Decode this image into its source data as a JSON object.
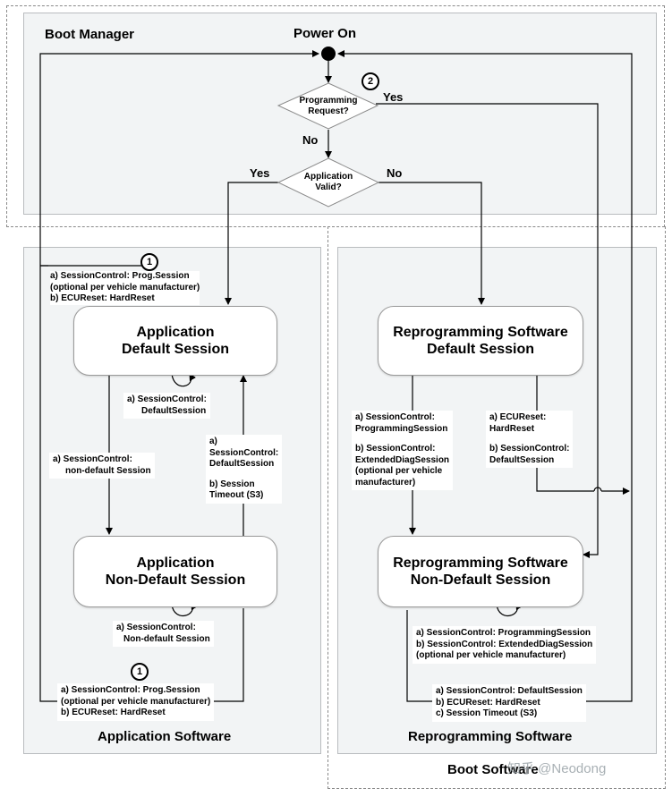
{
  "regions": {
    "boot_manager": "Boot Manager",
    "application_software": "Application Software",
    "reprogramming_software": "Reprogramming Software",
    "boot_software": "Boot Software"
  },
  "power_on": "Power On",
  "decisions": {
    "programming_request": [
      "Programming",
      "Request?"
    ],
    "application_valid": [
      "Application",
      "Valid?"
    ]
  },
  "branch_labels": {
    "prog_yes": "Yes",
    "prog_no": "No",
    "valid_yes": "Yes",
    "valid_no": "No"
  },
  "states": {
    "app_default": [
      "Application",
      "Default Session"
    ],
    "app_nondefault": [
      "Application",
      "Non-Default Session"
    ],
    "reprog_default": [
      "Reprogramming Software",
      "Default Session"
    ],
    "reprog_nondefault": [
      "Reprogramming Software",
      "Non-Default Session"
    ]
  },
  "badges": {
    "one_top": "1",
    "one_bottom": "1",
    "two": "2"
  },
  "labels": {
    "top_left_exit": [
      "a) SessionControl: Prog.Session",
      "(optional per vehicle manufacturer)",
      "b) ECUReset: HardReset"
    ],
    "app_default_self": [
      "a) SessionControl:",
      "DefaultSession"
    ],
    "app_to_nondefault": [
      "a) SessionControl:",
      "non-default Session"
    ],
    "app_back_default": [
      "a)",
      "SessionControl:",
      "DefaultSession",
      "",
      "b) Session",
      "Timeout (S3)"
    ],
    "app_nondefault_self": [
      "a) SessionControl:",
      "Non-default Session"
    ],
    "bottom_left_exit": [
      "a) SessionControl: Prog.Session",
      "(optional per vehicle manufacturer)",
      "b) ECUReset: HardReset"
    ],
    "reprog_to_nondefault": [
      "a) SessionControl:",
      "ProgrammingSession",
      "",
      "b) SessionControl:",
      " ExtendedDiagSession",
      "(optional per vehicle",
      "manufacturer)"
    ],
    "reprog_reset": [
      "a) ECUReset:",
      "HardReset",
      "",
      "b) SessionControl:",
      "DefaultSession"
    ],
    "reprog_nondefault_self": [
      "a) SessionControl: ProgrammingSession",
      "b) SessionControl: ExtendedDiagSession",
      "(optional per vehicle manufacturer)"
    ],
    "reprog_exit": [
      "a) SessionControl: DefaultSession",
      "b) ECUReset: HardReset",
      "c) Session Timeout (S3)"
    ]
  },
  "watermark": "知乎 @Neodong"
}
